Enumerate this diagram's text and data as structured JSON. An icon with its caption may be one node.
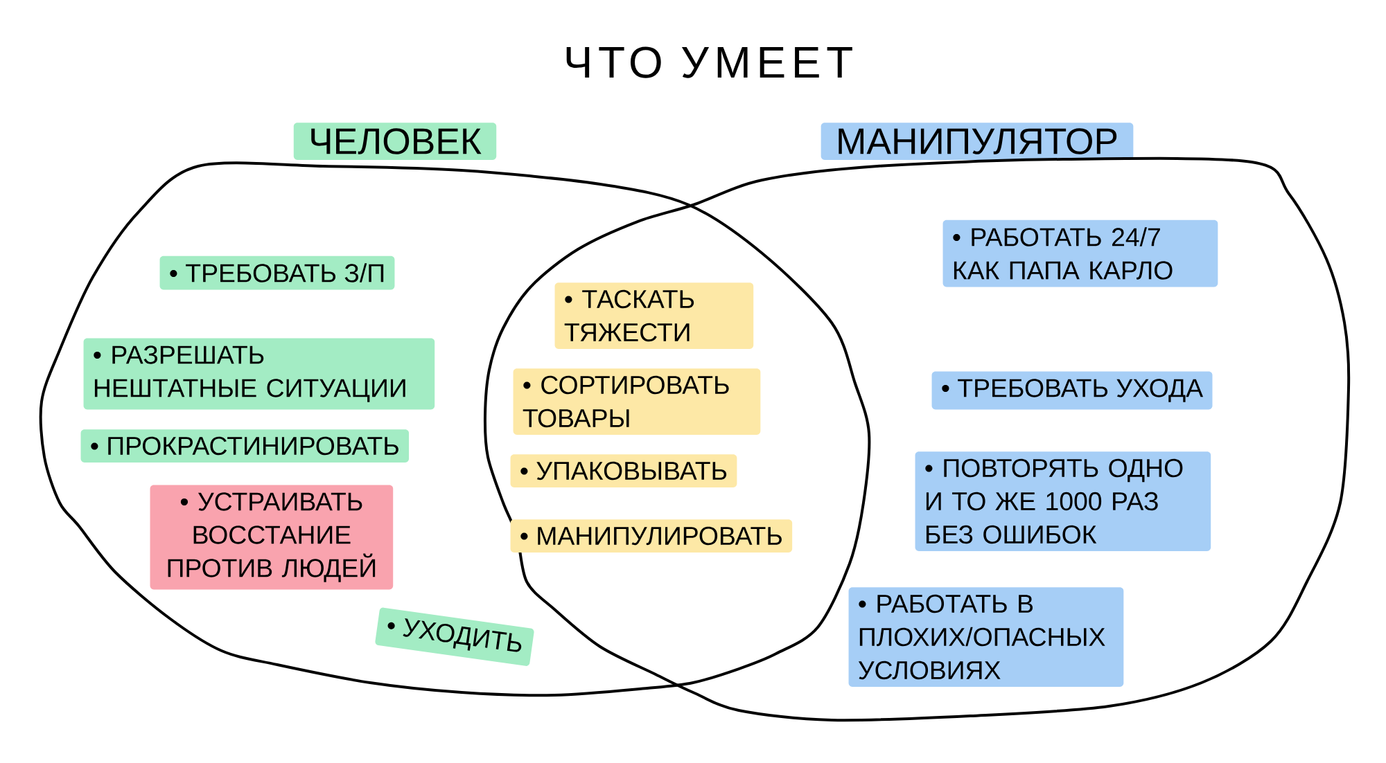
{
  "diagram": {
    "title": "ЧТО УМЕЕТ",
    "nodes": [
      {
        "text": [
          "ЧЕЛОВЕК"
        ]
      },
      {
        "text": [
          "МАНИПУЛЯТОР"
        ]
      },
      {
        "text": [],
        "shape": "ellipse"
      },
      {
        "text": [],
        "shape": "ellipse"
      },
      {
        "text": [
          "• ТРЕБОВАТЬ З/П"
        ],
        "in": 2
      },
      {
        "text": [
          "• РАЗРЕШАТЬ НЕШТАТНЫЕ СИТУАЦИИ"
        ],
        "in": 2
      },
      {
        "text": [
          "• ПРОКРАСТИНИРОВАТЬ"
        ],
        "in": 2
      },
      {
        "text": [
          "• УСТРАИВАТЬ ВОССТАНИЕ ПРОТИВ ЛЮДЕЙ"
        ],
        "in": 2
      },
      {
        "text": [
          "• УХОДИТЬ"
        ],
        "in": 2
      },
      {
        "text": [
          "• ТАСКАТЬ ТЯЖЕСТИ"
        ]
      },
      {
        "text": [
          "• СОРТИРОВАТЬ ТОВАРЫ"
        ]
      },
      {
        "text": [
          "• УПАКОВЫВАТЬ"
        ]
      },
      {
        "text": [
          "• МАНИПУЛИРОВАТЬ"
        ]
      },
      {
        "text": [
          "• РАБОТАТЬ 24/7 КАК ПАПА КАРЛО"
        ],
        "in": 3
      },
      {
        "text": [
          "• ТРЕБОВАТЬ УХОДА"
        ],
        "in": 3
      },
      {
        "text": [
          "• ПОВТОРЯТЬ ОДНО И ТО ЖЕ 1000 РАЗ БЕЗ ОШИБОК"
        ],
        "in": 3
      },
      {
        "text": [
          "• РАБОТАТЬ В ПЛОХИХ/ОПАСНЫХ УСЛОВИЯХ"
        ],
        "in": 3
      }
    ]
  }
}
